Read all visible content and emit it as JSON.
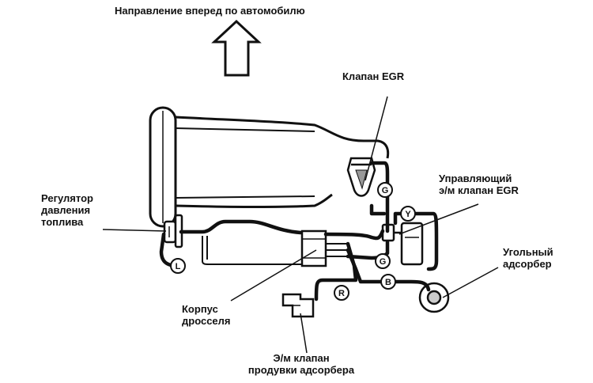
{
  "direction_label": "Направление вперед по автомобилю",
  "labels": {
    "egr_valve": "Клапан EGR",
    "egr_control_solenoid": "Управляющий\nэ/м клапан EGR",
    "fuel_pressure_regulator": "Регулятор\nдавления\nтоплива",
    "charcoal_canister": "Угольный\nадсорбер",
    "throttle_body": "Корпус\nдросселя",
    "purge_solenoid": "Э/м клапан\nпродувки адсорбера"
  },
  "hose_tags": {
    "g_upper": "G",
    "g_lower": "G",
    "y": "Y",
    "l": "L",
    "r": "R",
    "b": "B"
  }
}
